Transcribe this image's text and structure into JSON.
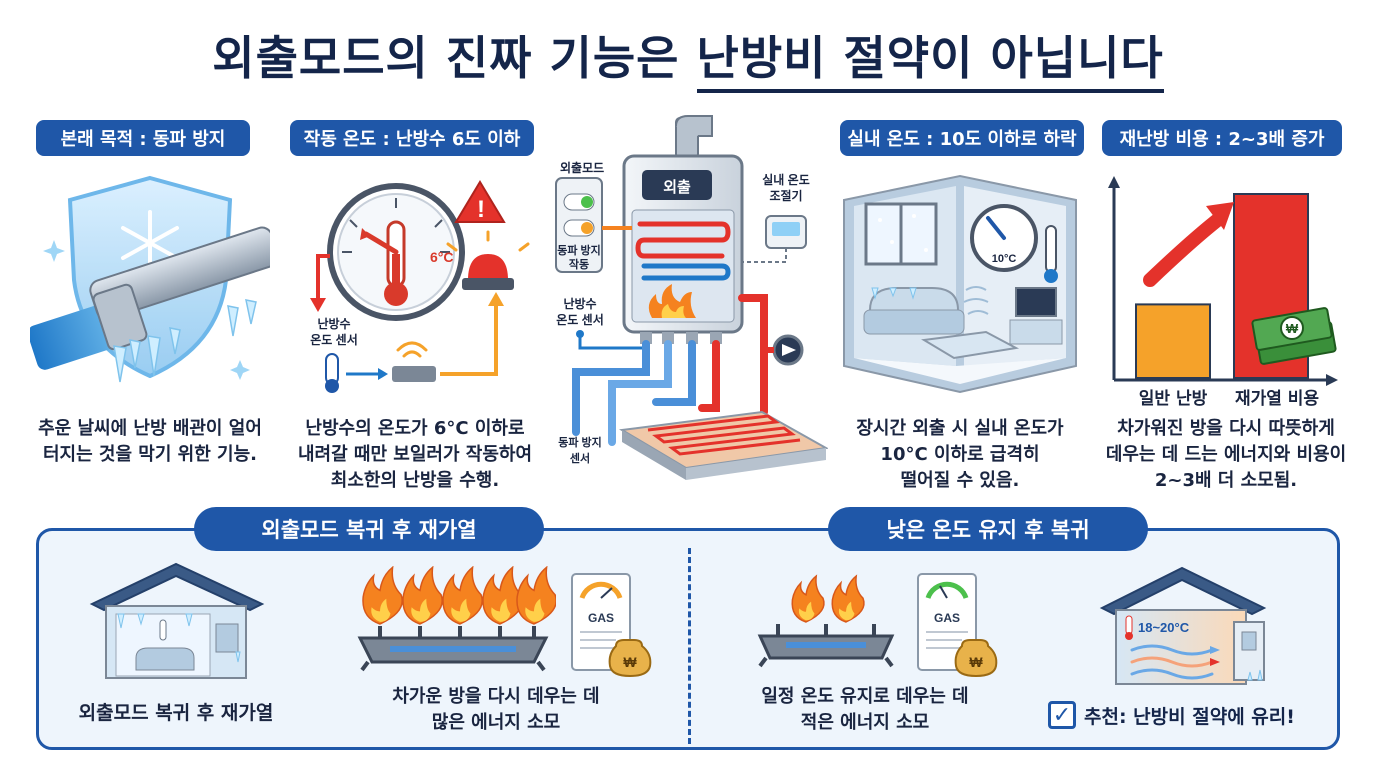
{
  "title": {
    "part1": "외출모드의 진짜 기능은 ",
    "part2": "난방비 절약이 아닙니다"
  },
  "panels": [
    {
      "pill": "본래 목적 : 동파 방지",
      "caption": [
        "추운 날씨에 난방 배관이 얼어",
        "터지는 것을 막기 위한 기능."
      ]
    },
    {
      "pill": "작동 온도 : 난방수 6도 이하",
      "caption": [
        "난방수의 온도가 6°C 이하로",
        "내려갈 때만 보일러가 작동하여",
        "최소한의 난방을 수행."
      ],
      "gauge_label": "6°C",
      "sensor_label": [
        "난방수",
        "온도 센서"
      ]
    },
    {
      "pill": "실내 온도 : 10도 이하로 하락",
      "caption": [
        "장시간 외출 시 실내 온도가",
        "10°C 이하로 급격히",
        "떨어질 수 있음."
      ],
      "gauge_label": "10°C"
    },
    {
      "pill": "재난방 비용 : 2~3배 증가",
      "caption": [
        "차가워진 방을 다시 따뜻하게",
        "데우는 데 드는 에너지와 비용이",
        "2~3배 더 소모됨."
      ]
    }
  ],
  "boiler": {
    "screen_label": "외출",
    "left_box_title": "외출모드",
    "left_box_label": [
      "동파 방지",
      "작동"
    ],
    "thermostat_label": [
      "실내 온도",
      "조절기"
    ],
    "sensor_label": [
      "난방수",
      "온도 센서"
    ],
    "floor_sensor_label": [
      "동파 방지",
      "센서"
    ]
  },
  "chart_data": {
    "type": "bar",
    "categories": [
      "일반 난방",
      "재가열 비용"
    ],
    "values": [
      1,
      2.5
    ],
    "colors": [
      "#f5a22a",
      "#e4322b"
    ]
  },
  "bottom": {
    "left_pill": "외출모드 복귀 후 재가열",
    "right_pill": "낮은 온도 유지 후 복귀",
    "house_cold_caption": "외출모드 복귀 후 재가열",
    "high_energy_caption": [
      "차가운 방을 다시 데우는 데",
      "많은 에너지 소모"
    ],
    "low_energy_caption": [
      "일정 온도 유지로 데우는 데",
      "적은 에너지 소모"
    ],
    "gas_label": "GAS",
    "won_symbol": "₩",
    "house_warm_label": "18~20°C",
    "recommendation": "추천: 난방비 절약에 유리!"
  },
  "colors": {
    "brand": "#1f57a8",
    "title": "#14254a",
    "flame": "#f5821f",
    "red": "#e4322b"
  }
}
